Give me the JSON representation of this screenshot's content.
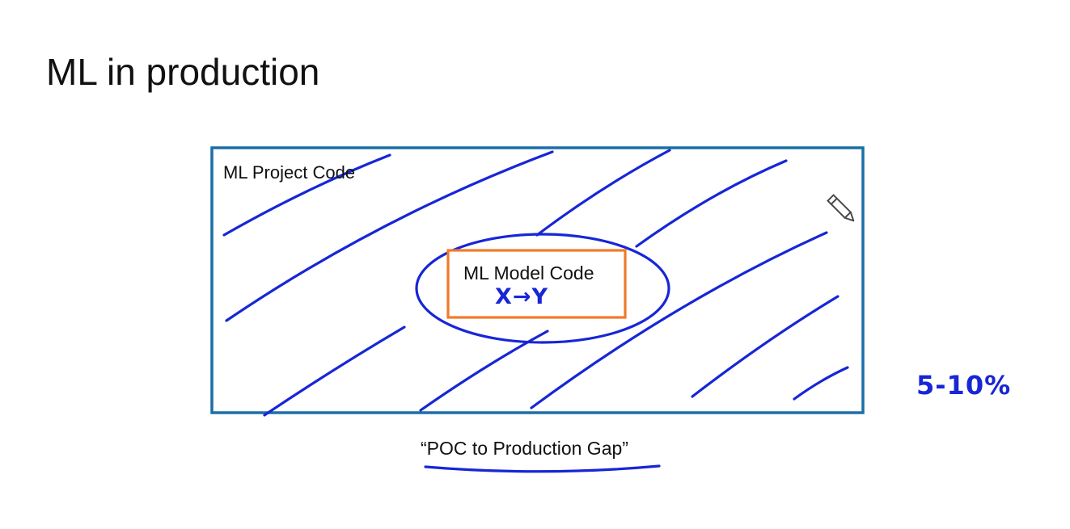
{
  "slide": {
    "title": "ML in production"
  },
  "diagram": {
    "outer_box_label": "ML Project Code",
    "inner_box_label": "ML Model Code",
    "inner_annotation": "X→Y",
    "caption": "“POC to Production Gap”",
    "side_annotation": "5-10%"
  },
  "colors": {
    "outer_box": "#1a6fa8",
    "inner_box": "#f07a2a",
    "ink": "#1726d6",
    "text": "#111111"
  },
  "icons": [
    "pencil-icon"
  ]
}
